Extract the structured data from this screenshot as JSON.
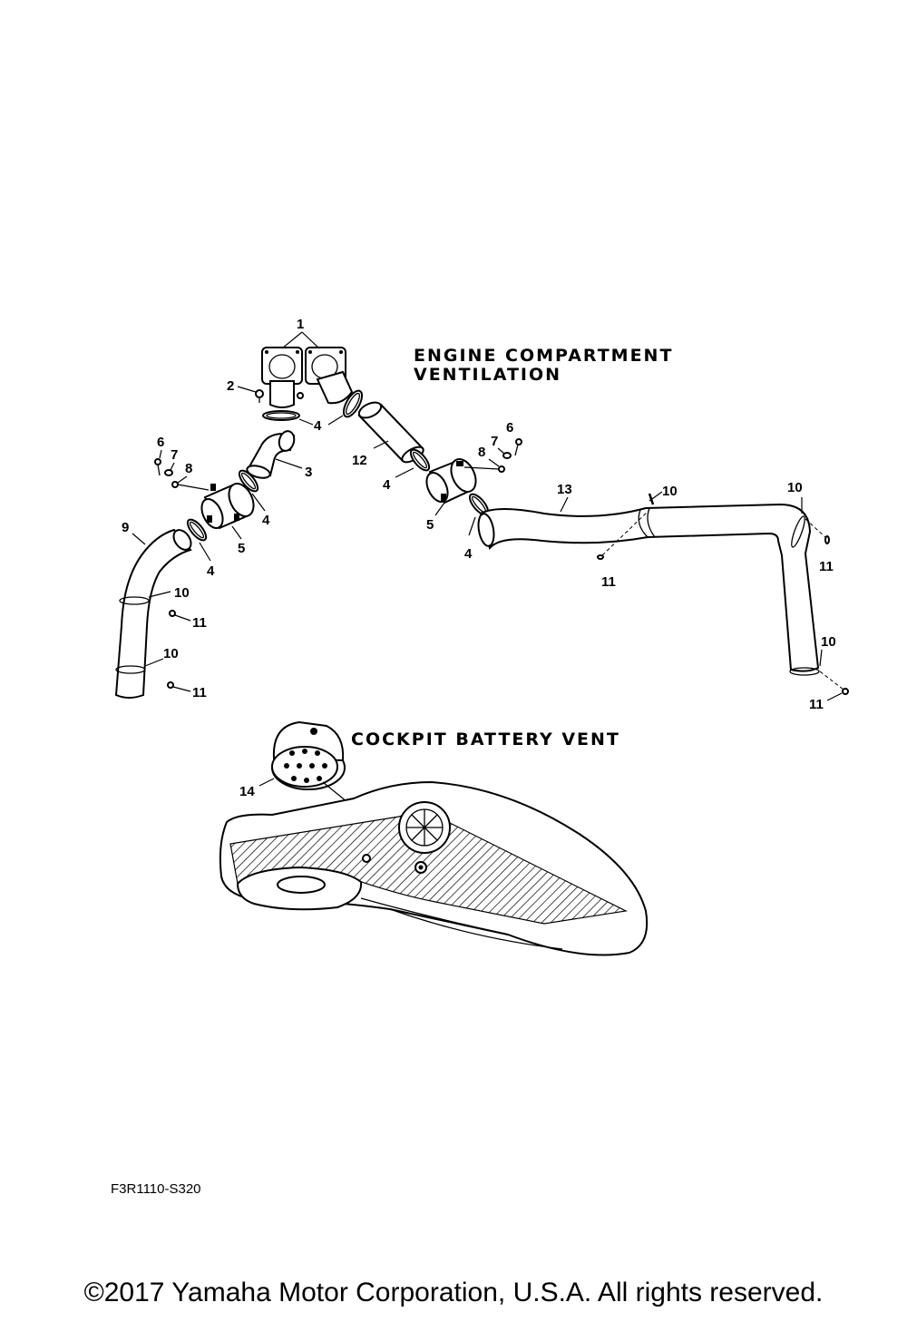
{
  "titles": {
    "engine_line1": "ENGINE COMPARTMENT",
    "engine_line2": "VENTILATION",
    "cockpit": "COCKPIT BATTERY VENT"
  },
  "callouts": {
    "c1": "1",
    "c2": "2",
    "c3": "3",
    "c4a": "4",
    "c4b": "4",
    "c4c": "4",
    "c4d": "4",
    "c4e": "4",
    "c5a": "5",
    "c5b": "5",
    "c6a": "6",
    "c6b": "6",
    "c7a": "7",
    "c7b": "7",
    "c8a": "8",
    "c8b": "8",
    "c9": "9",
    "c10a": "10",
    "c10b": "10",
    "c10c": "10",
    "c10d": "10",
    "c10e": "10",
    "c11a": "11",
    "c11b": "11",
    "c11c": "11",
    "c11d": "11",
    "c11e": "11",
    "c12": "12",
    "c13": "13",
    "c14": "14"
  },
  "figure_code": "F3R1110-S320",
  "copyright": "©2017 Yamaha Motor Corporation, U.S.A. All rights reserved."
}
